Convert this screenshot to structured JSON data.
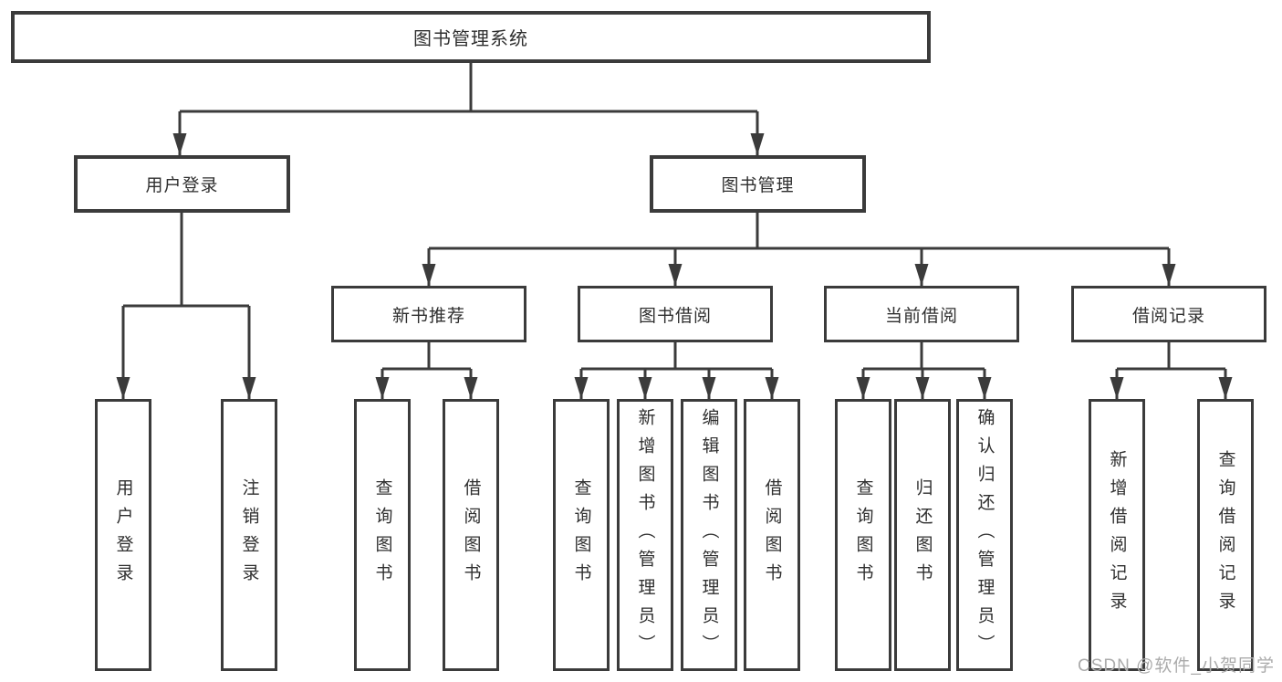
{
  "root": {
    "label": "图书管理系统"
  },
  "branches": {
    "user_login": {
      "label": "用户登录",
      "leaves": [
        "用户登录",
        "注销登录"
      ]
    },
    "book_mgmt": {
      "label": "图书管理",
      "sections": [
        {
          "label": "新书推荐",
          "leaves": [
            "查询图书",
            "借阅图书"
          ]
        },
        {
          "label": "图书借阅",
          "leaves": [
            "查询图书",
            "新增图书（管理员）",
            "编辑图书（管理员）",
            "借阅图书"
          ]
        },
        {
          "label": "当前借阅",
          "leaves": [
            "查询图书",
            "归还图书",
            "确认归还（管理员）"
          ]
        },
        {
          "label": "借阅记录",
          "leaves": [
            "新增借阅记录",
            "查询借阅记录"
          ]
        }
      ]
    }
  },
  "watermark": "CSDN @软件_小贺同学",
  "colors": {
    "stroke": "#3b3b3b",
    "box_background": "#ffffff",
    "text": "#2f2f2f",
    "watermark": "#ababab"
  }
}
